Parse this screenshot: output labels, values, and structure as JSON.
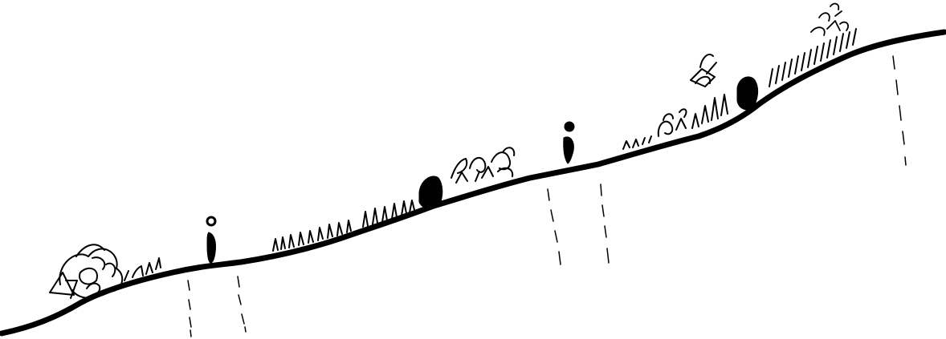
{
  "scene": {
    "description_type": "hand-drawn hillside cross-section sketch",
    "colors": {
      "ink": "#000000",
      "background": "#ffffff"
    },
    "elements": {
      "ground_line": "hillslope-profile",
      "people_count": 2,
      "boulders_count": 2,
      "shrub_clusters_count": 4,
      "grass_patches_count": 5,
      "dashed_groundwater_markers_count": 5
    }
  }
}
